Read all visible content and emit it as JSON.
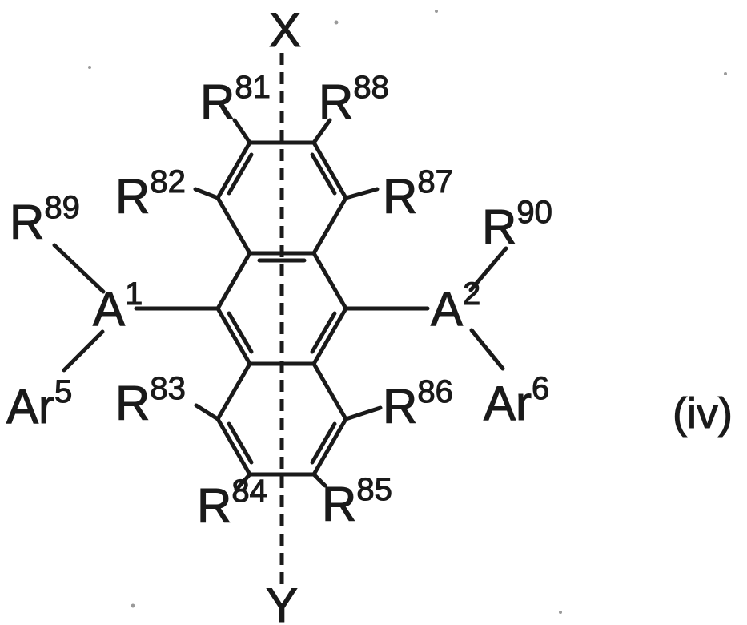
{
  "figure": {
    "formula_label": "(iv)",
    "axis": {
      "top": "X",
      "bottom": "Y"
    },
    "substituents": {
      "R81": {
        "base": "R",
        "sup": "81"
      },
      "R82": {
        "base": "R",
        "sup": "82"
      },
      "R83": {
        "base": "R",
        "sup": "83"
      },
      "R84": {
        "base": "R",
        "sup": "84"
      },
      "R85": {
        "base": "R",
        "sup": "85"
      },
      "R86": {
        "base": "R",
        "sup": "86"
      },
      "R87": {
        "base": "R",
        "sup": "87"
      },
      "R88": {
        "base": "R",
        "sup": "88"
      },
      "R89": {
        "base": "R",
        "sup": "89"
      },
      "R90": {
        "base": "R",
        "sup": "90"
      },
      "A1": {
        "base": "A",
        "sup": "1"
      },
      "A2": {
        "base": "A",
        "sup": "2"
      },
      "Ar5": {
        "base": "Ar",
        "sup": "5"
      },
      "Ar6": {
        "base": "Ar",
        "sup": "6"
      }
    },
    "colors": {
      "ink": "#1a1a1a",
      "background": "#ffffff"
    }
  }
}
